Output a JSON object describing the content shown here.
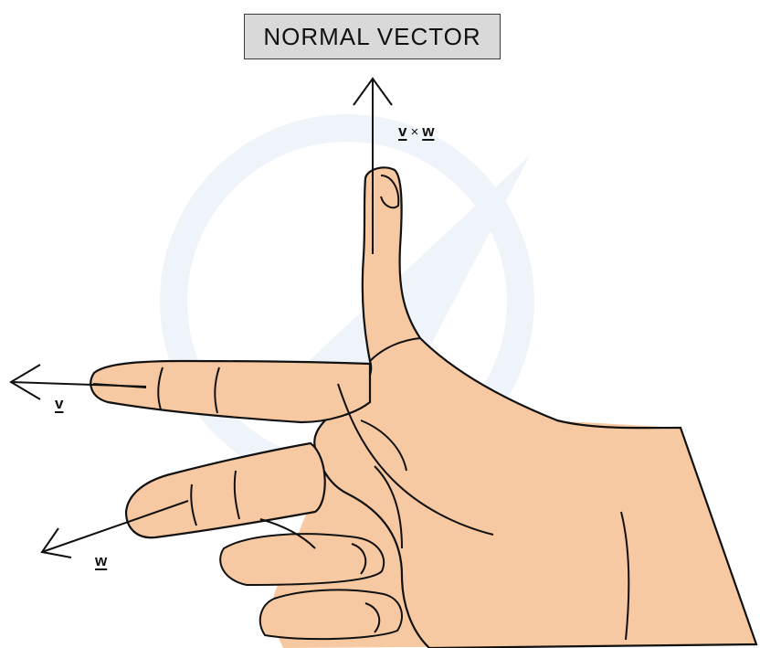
{
  "title": "NORMAL VECTOR",
  "labels": {
    "cross_left": "v",
    "cross_op": "×",
    "cross_right": "w",
    "v": "v",
    "w": "w"
  },
  "colors": {
    "skin": "#f7c9a2",
    "outline": "#111111",
    "title_fill": "#d9d9d9",
    "watermark": "#e4eef8"
  }
}
